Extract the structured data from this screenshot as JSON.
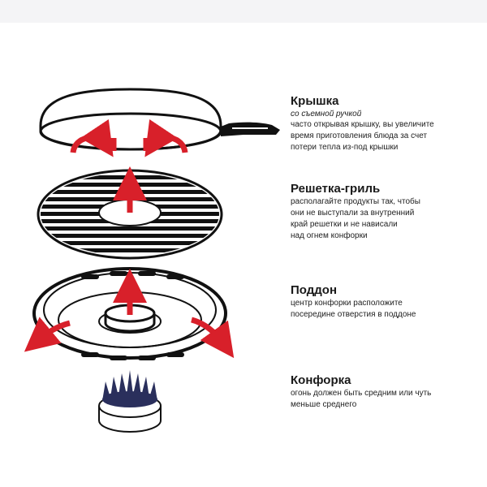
{
  "components": {
    "lid": {
      "title": "Крышка",
      "subtitle": "со съемной ручкой",
      "lines": [
        "часто открывая крышку, вы увеличите",
        "время приготовления блюда за счет",
        "потери тепла из-под крышки"
      ]
    },
    "grill": {
      "title": "Решетка-гриль",
      "lines": [
        "располагайте продукты так, чтобы",
        "они не выступали за внутренний",
        "край решетки и не нависали",
        "над огнем конфорки"
      ]
    },
    "tray": {
      "title": "Поддон",
      "lines": [
        "центр конфорки расположите",
        "посередине отверстия в поддоне"
      ]
    },
    "burner": {
      "title": "Конфорка",
      "lines": [
        "огонь должен быть средним или чуть",
        "меньше среднего"
      ]
    }
  },
  "colors": {
    "arrow": "#d8202a",
    "outline": "#111111",
    "burner_flame": "#2a2f5c",
    "background": "#ffffff"
  },
  "icons": {
    "heat_arrow": "red-arrow-icon"
  }
}
